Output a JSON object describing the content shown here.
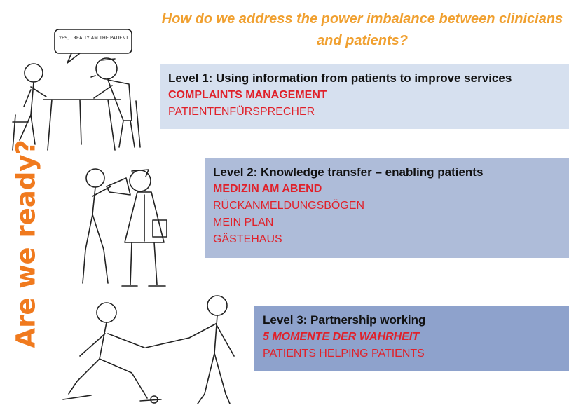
{
  "title": "How do we address the power imbalance between clinicians and patients?",
  "side_label": "Are we ready?",
  "speech_bubble": "YES, I REALLY AM THE PATIENT.",
  "levels": [
    {
      "heading": "Level 1: Using information from patients to improve services",
      "items": [
        "COMPLAINTS MANAGEMENT",
        "PATIENTENFÜRSPRECHER"
      ]
    },
    {
      "heading": "Level 2:  Knowledge transfer – enabling patients",
      "items": [
        "MEDIZIN AM ABEND",
        "RÜCKANMELDUNGSBÖGEN",
        "MEIN PLAN",
        "GÄSTEHAUS"
      ]
    },
    {
      "heading": "Level 3: Partnership working",
      "items": [
        "5 MOMENTE DER WAHRHEIT",
        "PATIENTS HELPING PATIENTS"
      ]
    }
  ],
  "colors": {
    "title": "#f0a030",
    "side_label": "#f07a1e",
    "highlight_item": "#e0212a",
    "level1_bg": "#d6e0ef",
    "level2_bg": "#aebcd9",
    "level3_bg": "#8ea2cc"
  }
}
